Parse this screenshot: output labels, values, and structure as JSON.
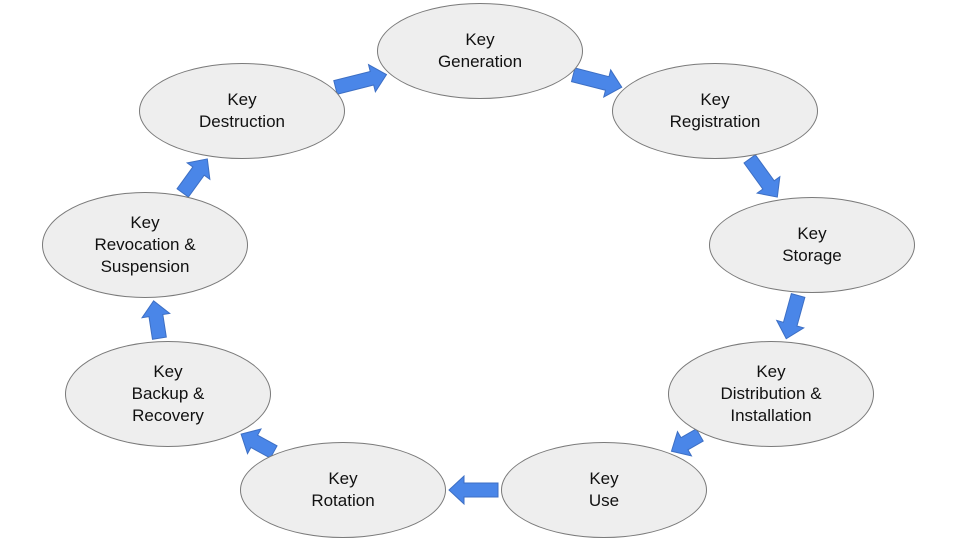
{
  "diagram": {
    "fill_color": "#eeeeee",
    "border_color": "#7a7a7a",
    "arrow_color": "#4a86e8",
    "arrow_outline": "#3d6fc4",
    "nodes": [
      {
        "id": "generation",
        "lines": [
          "Key",
          "Generation"
        ]
      },
      {
        "id": "registration",
        "lines": [
          "Key",
          "Registration"
        ]
      },
      {
        "id": "storage",
        "lines": [
          "Key",
          "Storage"
        ]
      },
      {
        "id": "distribution",
        "lines": [
          "Key",
          "Distribution &",
          "Installation"
        ]
      },
      {
        "id": "use",
        "lines": [
          "Key",
          "Use"
        ]
      },
      {
        "id": "rotation",
        "lines": [
          "Key",
          "Rotation"
        ]
      },
      {
        "id": "backup",
        "lines": [
          "Key",
          "Backup &",
          "Recovery"
        ]
      },
      {
        "id": "revocation",
        "lines": [
          "Key",
          "Revocation &",
          "Suspension"
        ]
      },
      {
        "id": "destruction",
        "lines": [
          "Key",
          "Destruction"
        ]
      }
    ],
    "edges": [
      {
        "from": "generation",
        "to": "registration"
      },
      {
        "from": "registration",
        "to": "storage"
      },
      {
        "from": "storage",
        "to": "distribution"
      },
      {
        "from": "distribution",
        "to": "use"
      },
      {
        "from": "use",
        "to": "rotation"
      },
      {
        "from": "rotation",
        "to": "backup"
      },
      {
        "from": "backup",
        "to": "revocation"
      },
      {
        "from": "revocation",
        "to": "destruction"
      },
      {
        "from": "destruction",
        "to": "generation"
      }
    ]
  }
}
